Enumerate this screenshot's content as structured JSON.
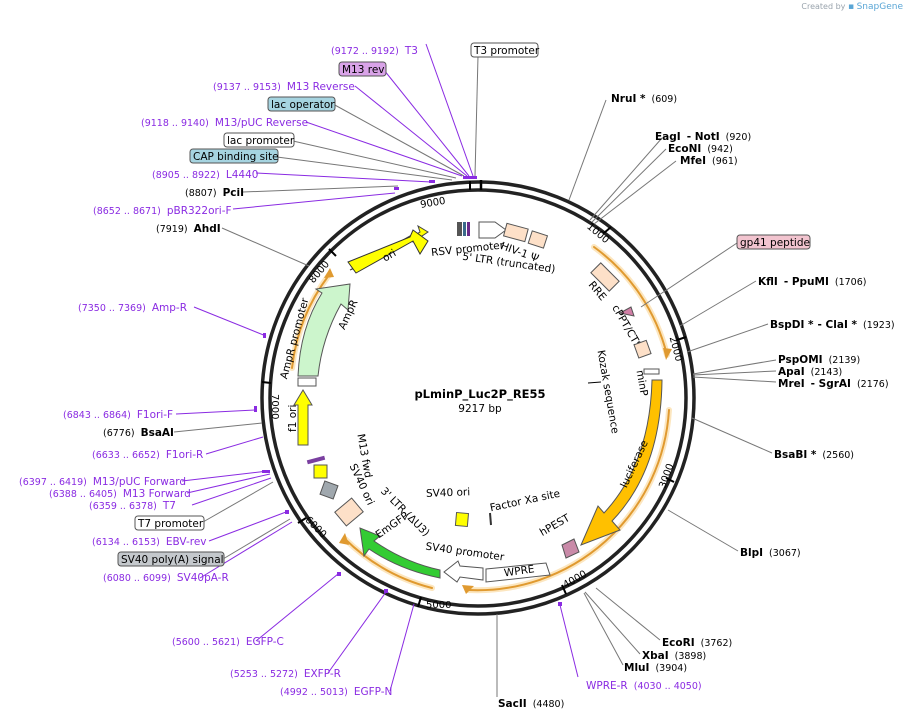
{
  "watermark": {
    "prefix": "Created by",
    "brand": "SnapGene"
  },
  "plasmid": {
    "name": "pLminP_Luc2P_RE55",
    "length_label": "9217 bp",
    "length": 9217
  },
  "ticks": [
    "1000",
    "2000",
    "3000",
    "4000",
    "5000",
    "6000",
    "7000",
    "8000",
    "9000"
  ],
  "enzymes_right": [
    {
      "name": "NruI *",
      "coord": "(609)"
    },
    {
      "name": "EagI",
      "extra": "- NotI",
      "coord": "(920)"
    },
    {
      "name": "EcoNI",
      "coord": "(942)"
    },
    {
      "name": "MfeI",
      "coord": "(961)"
    },
    {
      "name": "KflI",
      "extra": "- PpuMI",
      "coord": "(1706)"
    },
    {
      "name": "BspDI *",
      "extra": "- ClaI *",
      "coord": "(1923)"
    },
    {
      "name": "PspOMI",
      "coord": "(2139)"
    },
    {
      "name": "ApaI",
      "coord": "(2143)"
    },
    {
      "name": "MreI",
      "extra": "- SgrAI",
      "coord": "(2176)"
    },
    {
      "name": "BsaBI *",
      "coord": "(2560)"
    },
    {
      "name": "BlpI",
      "coord": "(3067)"
    },
    {
      "name": "EcoRI",
      "coord": "(3762)"
    },
    {
      "name": "XbaI",
      "coord": "(3898)"
    },
    {
      "name": "MluI",
      "coord": "(3904)"
    },
    {
      "name": "SacII",
      "coord": "(4480)"
    }
  ],
  "enzymes_left": [
    {
      "name": "PciI",
      "coord": "(8807)"
    },
    {
      "name": "AhdI",
      "coord": "(7919)"
    },
    {
      "name": "BsaAI",
      "coord": "(6776)"
    }
  ],
  "primers": [
    {
      "name": "T3",
      "coord": "(9172 .. 9192)"
    },
    {
      "name": "M13 Reverse",
      "coord": "(9137 .. 9153)"
    },
    {
      "name": "M13/pUC Reverse",
      "coord": "(9118 .. 9140)"
    },
    {
      "name": "L4440",
      "coord": "(8905 .. 8922)"
    },
    {
      "name": "pBR322ori-F",
      "coord": "(8652 .. 8671)"
    },
    {
      "name": "Amp-R",
      "coord": "(7350 .. 7369)"
    },
    {
      "name": "F1ori-F",
      "coord": "(6843 .. 6864)"
    },
    {
      "name": "F1ori-R",
      "coord": "(6633 .. 6652)"
    },
    {
      "name": "M13/pUC Forward",
      "coord": "(6397 .. 6419)"
    },
    {
      "name": "M13 Forward",
      "coord": "(6388 .. 6405)"
    },
    {
      "name": "T7",
      "coord": "(6359 .. 6378)"
    },
    {
      "name": "EBV-rev",
      "coord": "(6134 .. 6153)"
    },
    {
      "name": "SV40pA-R",
      "coord": "(6080 .. 6099)"
    },
    {
      "name": "EGFP-C",
      "coord": "(5600 .. 5621)"
    },
    {
      "name": "EXFP-R",
      "coord": "(5253 .. 5272)"
    },
    {
      "name": "EGFP-N",
      "coord": "(4992 .. 5013)"
    },
    {
      "name": "WPRE-R",
      "coord": "(4030 .. 4050)"
    }
  ],
  "boxed_labels": {
    "t3_promoter": "T3 promoter",
    "m13_rev": "M13 rev",
    "lac_operator": "lac operator",
    "lac_promoter": "lac promoter",
    "cap_site": "CAP binding site",
    "gp41": "gp41 peptide",
    "t7_promoter": "T7 promoter",
    "sv40_polya": "SV40 poly(A) signal"
  },
  "features": {
    "rsv_promoter": "RSV promoter",
    "ltr5": "5' LTR (truncated)",
    "hiv_psi": "HIV-1 Ψ",
    "rre": "RRE",
    "cppt": "cPPT/CTS",
    "minp": "minP",
    "kozak": "Kozak sequence",
    "luciferase": "luciferase",
    "hpest": "hPEST",
    "wpre": "WPRE",
    "sv40_promoter": "SV40 promoter",
    "factor_xa": "Factor Xa site",
    "sv40_ori_inner": "SV40 ori",
    "emgfp": "EmGFP",
    "ltr3": "3' LTR (ΔU3)",
    "sv40_ori": "SV40 ori",
    "m13_fwd": "M13 fwd",
    "f1_ori": "f1 ori",
    "ampr_promoter": "AmpR promoter",
    "ampr": "AmpR",
    "ori": "ori"
  },
  "colors": {
    "primer": "#8a2be2",
    "ori": "#ffff00",
    "ampr": "#ccf5cc",
    "luciferase": "#ffc000",
    "emgfp": "#33cc33",
    "orange_line": "#e09a30",
    "peach": "#fde0c8"
  }
}
